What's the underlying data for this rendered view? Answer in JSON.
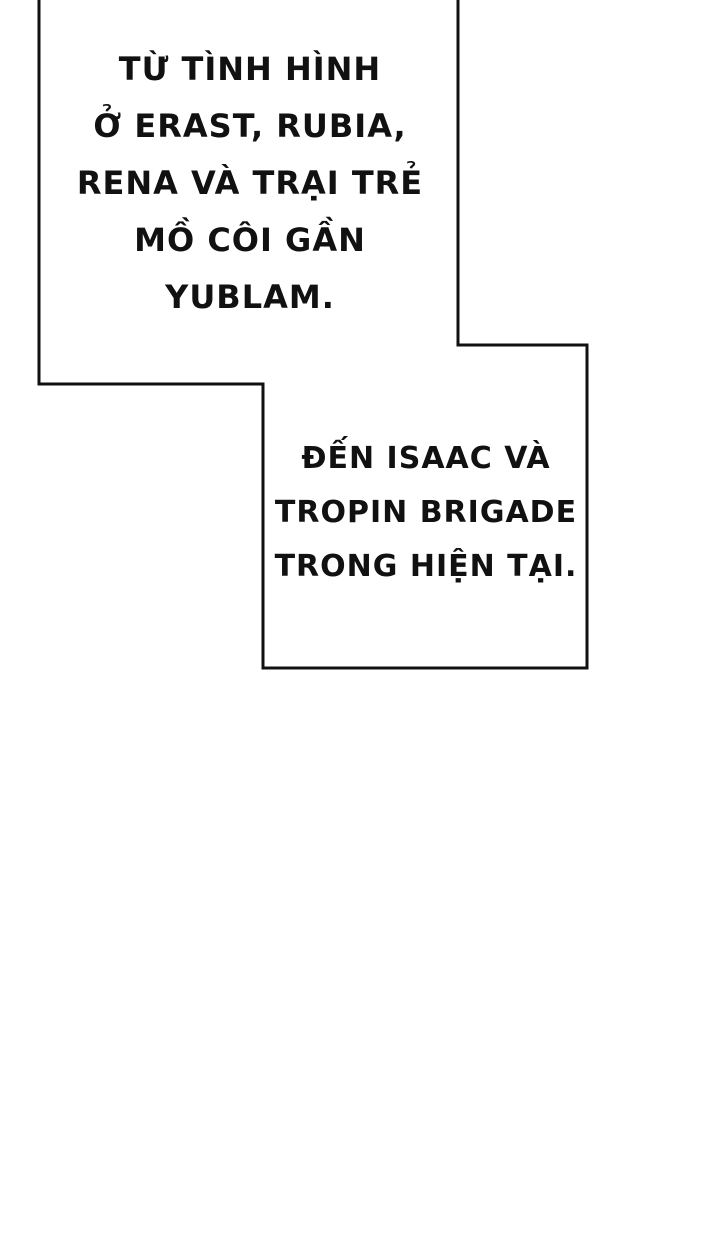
{
  "page": {
    "background_color": "#ffffff",
    "border_color": "#111111"
  },
  "caption_box_1": {
    "lines": [
      "TỪ TÌNH HÌNH",
      "Ở ERAST, RUBIA,",
      "RENA VÀ TRẠI TRẺ",
      "MỒ CÔI GẦN",
      "YUBLAM."
    ]
  },
  "caption_box_2": {
    "lines": [
      "ĐẾN ISAAC VÀ",
      "TROPIN BRIGADE",
      "TRONG HIỆN TẠI."
    ]
  }
}
